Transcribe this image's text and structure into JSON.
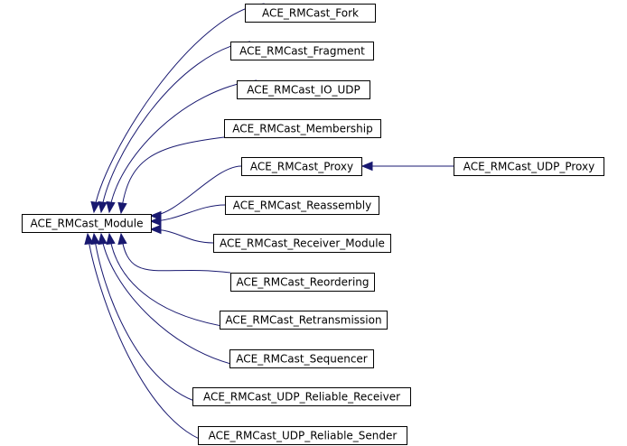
{
  "diagram": {
    "type": "inheritance-graph",
    "edge_color": "#191970",
    "arrow_style": "hollow-triangle",
    "base_class": {
      "id": "module",
      "label": "ACE_RMCast_Module"
    },
    "derived_classes": [
      {
        "id": "fork",
        "label": "ACE_RMCast_Fork",
        "parent": "module"
      },
      {
        "id": "fragment",
        "label": "ACE_RMCast_Fragment",
        "parent": "module"
      },
      {
        "id": "io_udp",
        "label": "ACE_RMCast_IO_UDP",
        "parent": "module"
      },
      {
        "id": "membership",
        "label": "ACE_RMCast_Membership",
        "parent": "module"
      },
      {
        "id": "proxy",
        "label": "ACE_RMCast_Proxy",
        "parent": "module"
      },
      {
        "id": "reassembly",
        "label": "ACE_RMCast_Reassembly",
        "parent": "module"
      },
      {
        "id": "receiver_module",
        "label": "ACE_RMCast_Receiver_Module",
        "parent": "module"
      },
      {
        "id": "reordering",
        "label": "ACE_RMCast_Reordering",
        "parent": "module"
      },
      {
        "id": "retransmission",
        "label": "ACE_RMCast_Retransmission",
        "parent": "module"
      },
      {
        "id": "sequencer",
        "label": "ACE_RMCast_Sequencer",
        "parent": "module"
      },
      {
        "id": "udp_reliable_receiver",
        "label": "ACE_RMCast_UDP_Reliable_Receiver",
        "parent": "module"
      },
      {
        "id": "udp_reliable_sender",
        "label": "ACE_RMCast_UDP_Reliable_Sender",
        "parent": "module"
      },
      {
        "id": "udp_proxy",
        "label": "ACE_RMCast_UDP_Proxy",
        "parent": "proxy"
      }
    ]
  }
}
